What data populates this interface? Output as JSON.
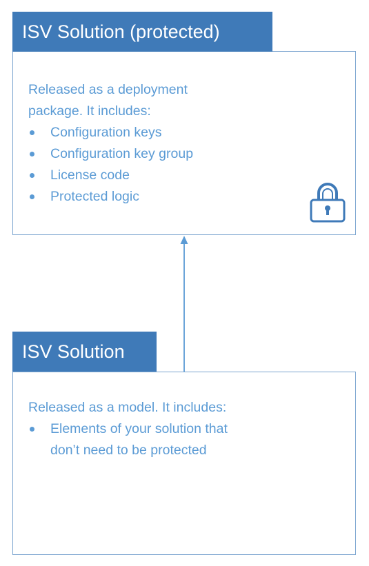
{
  "top": {
    "title": "ISV Solution (protected)",
    "intro": "Released as a deployment package. It includes:",
    "items": [
      "Configuration keys",
      "Configuration key group",
      "License code",
      "Protected logic"
    ],
    "icon": "lock-icon"
  },
  "bottom": {
    "title": "ISV Solution",
    "intro": "Released as a model. It includes:",
    "items": [
      "Elements of your solution that don’t need to be protected"
    ]
  },
  "colors": {
    "header_bg": "#3f7ab8",
    "border": "#7aa4cf",
    "text": "#5b9bd5",
    "arrow": "#5b9bd5"
  }
}
